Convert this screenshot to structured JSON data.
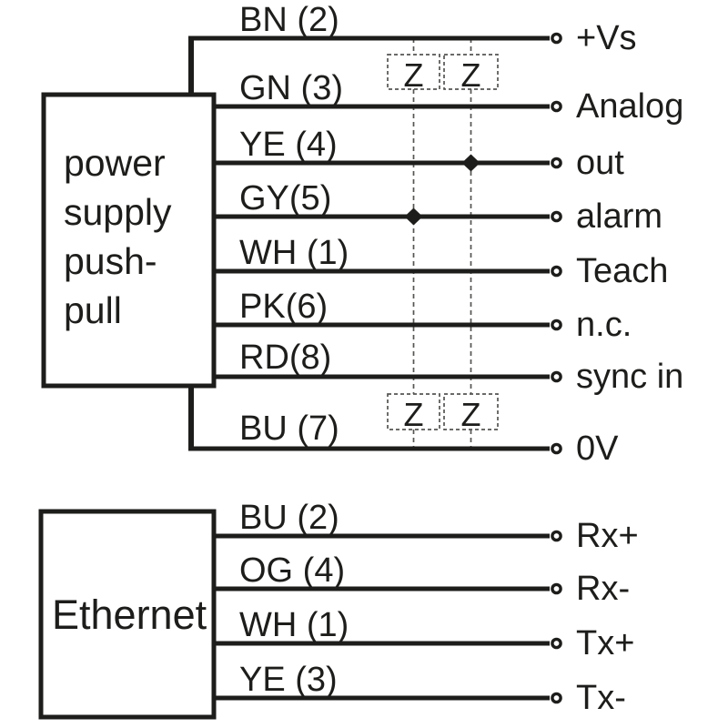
{
  "colors": {
    "ink": "#1d1d1b",
    "background": "#ffffff"
  },
  "power_box": {
    "label_lines": [
      "power",
      "supply",
      "push-",
      "pull"
    ]
  },
  "ethernet_box": {
    "label": "Ethernet"
  },
  "impedance_label": "Z",
  "power_wires": [
    {
      "wire": "BN (2)",
      "terminal": "+Vs"
    },
    {
      "wire": "GN (3)",
      "terminal": "Analog"
    },
    {
      "wire": "YE (4)",
      "terminal": "out"
    },
    {
      "wire": "GY(5)",
      "terminal": "alarm"
    },
    {
      "wire": "WH (1)",
      "terminal": "Teach"
    },
    {
      "wire": "PK(6)",
      "terminal": "n.c."
    },
    {
      "wire": "RD(8)",
      "terminal": "sync in"
    },
    {
      "wire": "BU (7)",
      "terminal": "0V"
    }
  ],
  "ethernet_wires": [
    {
      "wire": "BU (2)",
      "terminal": "Rx+"
    },
    {
      "wire": "OG (4)",
      "terminal": "Rx-"
    },
    {
      "wire": "WH (1)",
      "terminal": "Tx+"
    },
    {
      "wire": "YE (3)",
      "terminal": "Tx-"
    }
  ]
}
